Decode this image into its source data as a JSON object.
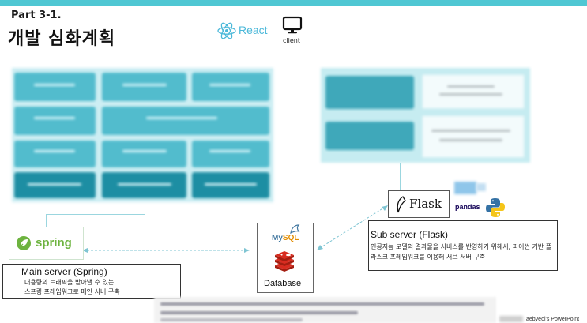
{
  "slide": {
    "part_label": "Part 3-1.",
    "title": "개발 심화계획",
    "footer": "aebyeol's PowerPoint"
  },
  "client": {
    "react_label": "React",
    "icon": "react-logo-icon",
    "device_icon": "monitor-icon",
    "label": "client"
  },
  "main_server": {
    "logo_text": "spring",
    "title": "Main server (Spring)",
    "description": "대용량의 트래픽을 받아낼 수 있는\n스프링 프레임워크로 메인 서버 구축"
  },
  "database": {
    "mysql_label_a": "My",
    "mysql_label_b": "SQL",
    "label": "Database",
    "icons": [
      "mysql-dolphin-icon",
      "redis-icon"
    ]
  },
  "sub_server": {
    "logo_text": "Flask",
    "pandas_label": "pandas",
    "title": "Sub server (Flask)",
    "description": "인공지능 모델의 결과물을 서비스를 반영하기 위해서, 파이썬 기반 플라스크 프레임워크를 이용해 서브 서버 구축"
  },
  "colors": {
    "accent": "#4fc7d3",
    "spring_green": "#6db33f",
    "react_blue": "#4bb8d9",
    "mysql_blue": "#4479a1",
    "redis_red": "#d82c20"
  }
}
